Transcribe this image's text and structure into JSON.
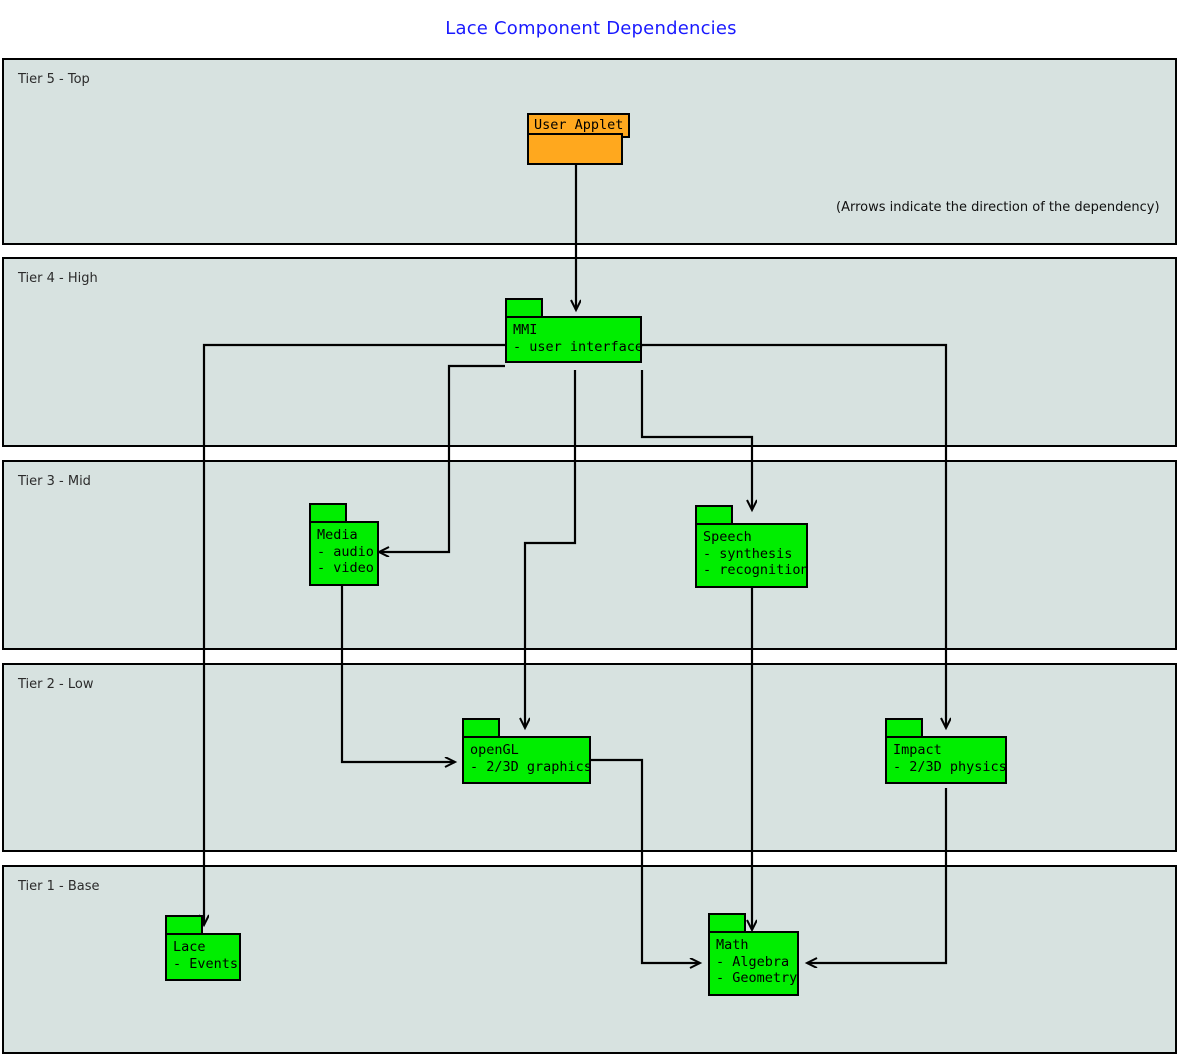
{
  "title": "Lace Component Dependencies",
  "note": "(Arrows indicate the direction of the dependency)",
  "colors": {
    "title": "#1a1aff",
    "tier_fill": "#d7e2e0",
    "package_fill": "#00ee00",
    "applet_fill": "#ffa81e",
    "stroke": "#000000"
  },
  "tiers": [
    {
      "label": "Tier 5 - Top"
    },
    {
      "label": "Tier 4 - High"
    },
    {
      "label": "Tier 3 - Mid"
    },
    {
      "label": "Tier 2 - Low"
    },
    {
      "label": "Tier 1 - Base"
    }
  ],
  "nodes": {
    "applet": {
      "name": "User Applet",
      "tier": "Tier 5 - Top"
    },
    "mmi": {
      "name": "MMI",
      "items": [
        "- user interface"
      ],
      "tier": "Tier 4 - High"
    },
    "media": {
      "name": "Media",
      "items": [
        "- audio",
        "- video"
      ],
      "tier": "Tier 3 - Mid"
    },
    "speech": {
      "name": "Speech",
      "items": [
        "- synthesis",
        "- recognition"
      ],
      "tier": "Tier 3 - Mid"
    },
    "opengl": {
      "name": "openGL",
      "items": [
        "- 2/3D graphics"
      ],
      "tier": "Tier 2 - Low"
    },
    "impact": {
      "name": "Impact",
      "items": [
        "- 2/3D physics"
      ],
      "tier": "Tier 2 - Low"
    },
    "lace": {
      "name": "Lace",
      "items": [
        "- Events"
      ],
      "tier": "Tier 1 - Base"
    },
    "math": {
      "name": "Math",
      "items": [
        "- Algebra",
        "- Geometry"
      ],
      "tier": "Tier 1 - Base"
    }
  },
  "dependencies": [
    {
      "from": "User Applet",
      "to": "MMI"
    },
    {
      "from": "MMI",
      "to": "Media"
    },
    {
      "from": "MMI",
      "to": "Speech"
    },
    {
      "from": "MMI",
      "to": "openGL"
    },
    {
      "from": "MMI",
      "to": "Impact"
    },
    {
      "from": "MMI",
      "to": "Lace"
    },
    {
      "from": "Media",
      "to": "openGL"
    },
    {
      "from": "Speech",
      "to": "Math"
    },
    {
      "from": "openGL",
      "to": "Math"
    },
    {
      "from": "Impact",
      "to": "Math"
    }
  ]
}
